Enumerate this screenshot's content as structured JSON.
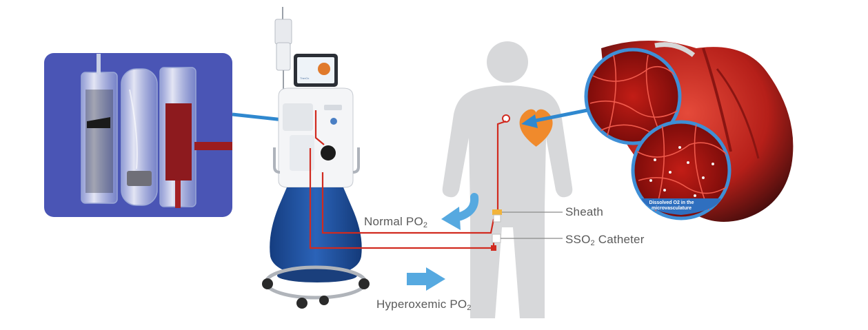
{
  "labels": {
    "normal_po2": "Normal PO",
    "normal_po2_sub": "2",
    "hyperoxemic_po2": "Hyperoxemic PO",
    "hyperoxemic_po2_sub": "2",
    "sheath": "Sheath",
    "catheter_prefix": "SSO",
    "catheter_sub": "2",
    "catheter_suffix": " Catheter"
  },
  "heart_badge": {
    "line1": "Dissolved O2 in the",
    "line2": "microvasculature"
  },
  "device_screen_text": "TherOx",
  "colors": {
    "panel_blue": "#4a55b5",
    "arrow_blue": "#2f88cf",
    "light_arrow_blue": "#56a9e0",
    "tube_red": "#d12a1f",
    "heart_orange": "#f08a2c",
    "body_gray": "#d7d8da",
    "cart_blue": "#1f4f9a",
    "label_gray": "#5a5a5a"
  },
  "icons": {
    "outflow_arrow": "curved-left-arrow",
    "inflow_arrow": "right-arrow",
    "pointer_arrows": "blue-pointer-arrow"
  }
}
